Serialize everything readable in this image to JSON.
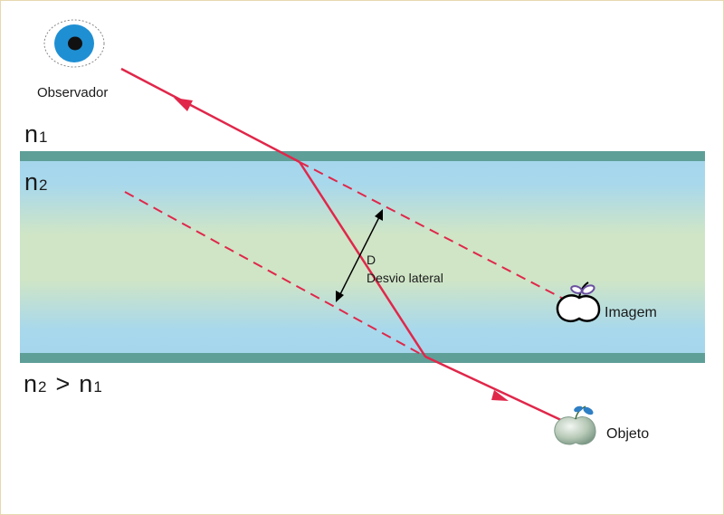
{
  "labels": {
    "observer": "Observador",
    "image": "Imagem",
    "object": "Objeto",
    "deviation_symbol": "D",
    "deviation_text": "Desvio lateral",
    "n1_base": "n",
    "n1_sub": "1",
    "n2_base": "n",
    "n2_sub": "2",
    "relation_left_base": "n",
    "relation_left_sub": "2",
    "relation_operator": ">",
    "relation_right_base": "n",
    "relation_right_sub": "1"
  },
  "colors": {
    "page_border": "#e6d8b0",
    "slab_edge": "#5e9f98",
    "slab_blue": "#a5d6ec",
    "slab_green": "#cfe5c6",
    "ray": "#e0274a",
    "eye_iris": "#1f8fd3",
    "apple_object": "#b7c9b7",
    "leaf_blue": "#2f7fc4",
    "leaf_purple": "#6a4fa0"
  },
  "icons": {
    "observer": "eye-icon",
    "image": "apple-outline-icon",
    "object": "apple-icon"
  }
}
